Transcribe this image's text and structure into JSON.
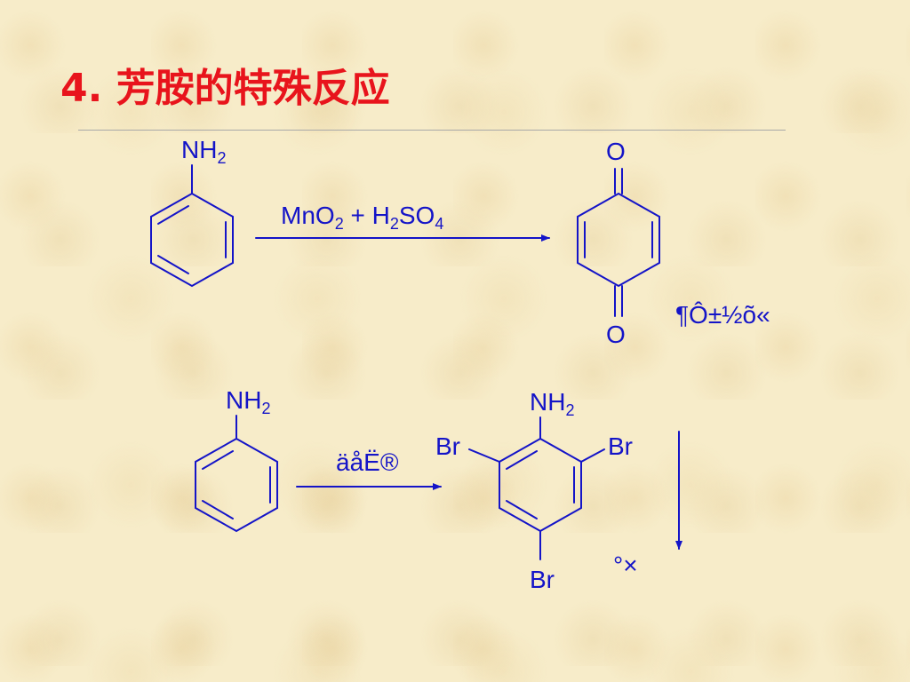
{
  "slide": {
    "title": "4. 芳胺的特殊反应"
  },
  "reaction1": {
    "reactant": {
      "group": "NH",
      "group_sub": "2"
    },
    "reagent": {
      "p1": "MnO",
      "p1_sub": "2",
      "p2": " + H",
      "p2_sub": "2",
      "p3": "SO",
      "p3_sub": "4"
    },
    "product": {
      "atom_top": "O",
      "atom_bottom": "O"
    },
    "product_note": "¶Ô±½õ«"
  },
  "reaction2": {
    "reactant": {
      "group": "NH",
      "group_sub": "2"
    },
    "reagent": "äåË®",
    "product": {
      "group": "NH",
      "group_sub": "2",
      "left": "Br",
      "right": "Br",
      "bottom": "Br"
    },
    "precipitate_note": "°×"
  },
  "colors": {
    "title": "#e8141c",
    "structure": "#1414c8",
    "background": "#f7ecc9"
  }
}
